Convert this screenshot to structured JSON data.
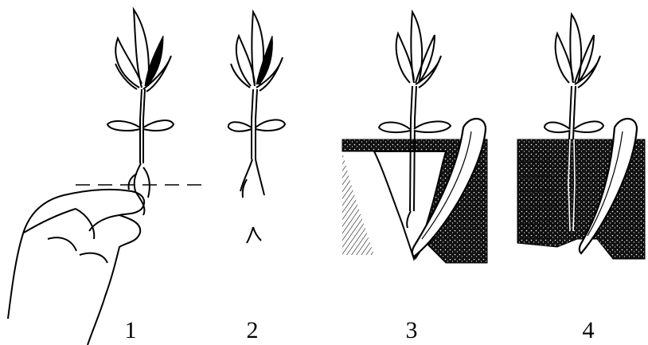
{
  "steps": [
    {
      "label": "1"
    },
    {
      "label": "2"
    },
    {
      "label": "3"
    },
    {
      "label": "4"
    }
  ],
  "colors": {
    "ink": "#000000",
    "paper": "#ffffff"
  }
}
